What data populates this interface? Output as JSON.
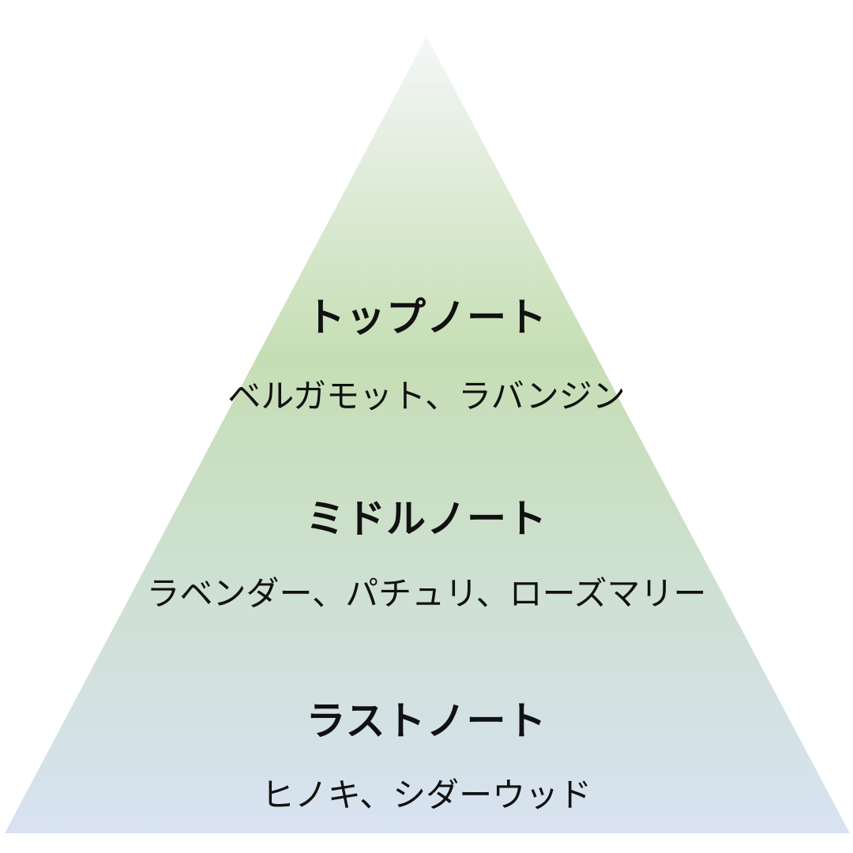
{
  "colors": {
    "apex": "#f4f7f7",
    "upper_green": "#c6deb4",
    "base_blue": "#d8e2f2"
  },
  "tiers": [
    {
      "title": "トップノート",
      "items": "ベルガモット、ラバンジン"
    },
    {
      "title": "ミドルノート",
      "items": "ラベンダー、パチュリ、ローズマリー"
    },
    {
      "title": "ラストノート",
      "items": "ヒノキ、シダーウッド"
    }
  ]
}
